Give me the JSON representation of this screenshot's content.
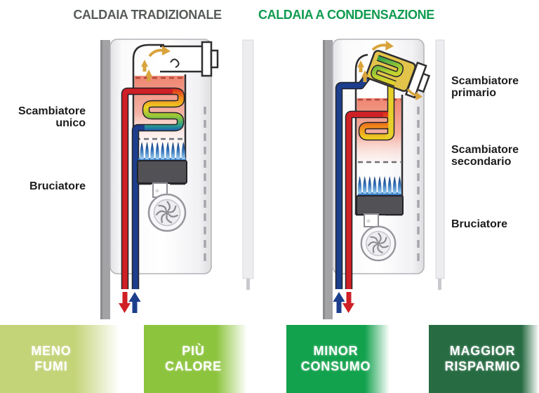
{
  "titles": {
    "left": "CALDAIA TRADIZIONALE",
    "left_color": "#575c58",
    "right": "CALDAIA A CONDENSAZIONE",
    "right_color": "#0f9b4f"
  },
  "left_diagram": {
    "name": "caldaia tradizionale",
    "labels": [
      "Scambiatore\nunico",
      "Bruciatore"
    ]
  },
  "right_diagram": {
    "name": "caldaia a condensazione",
    "labels": [
      "Scambiatore\nprimario",
      "Scambiatore\nsecondario",
      "Bruciatore"
    ]
  },
  "colors": {
    "hot_pipe": "#cf2026",
    "cold_pipe": "#1c3e8c",
    "exhaust_arrow": "#d9a43c",
    "flame": "#2f6cb5",
    "burner_box": "#515156",
    "wall_bar": "#a3a3a6"
  },
  "bands": [
    {
      "label": "MENO\nFUMI",
      "color": "#c3d377"
    },
    {
      "label": "PIÙ\nCALORE",
      "color": "#8cc43d"
    },
    {
      "label": "MINOR\nCONSUMO",
      "color": "#12a14c"
    },
    {
      "label": "MAGGIOR\nRISPARMIO",
      "color": "#266b42"
    }
  ]
}
